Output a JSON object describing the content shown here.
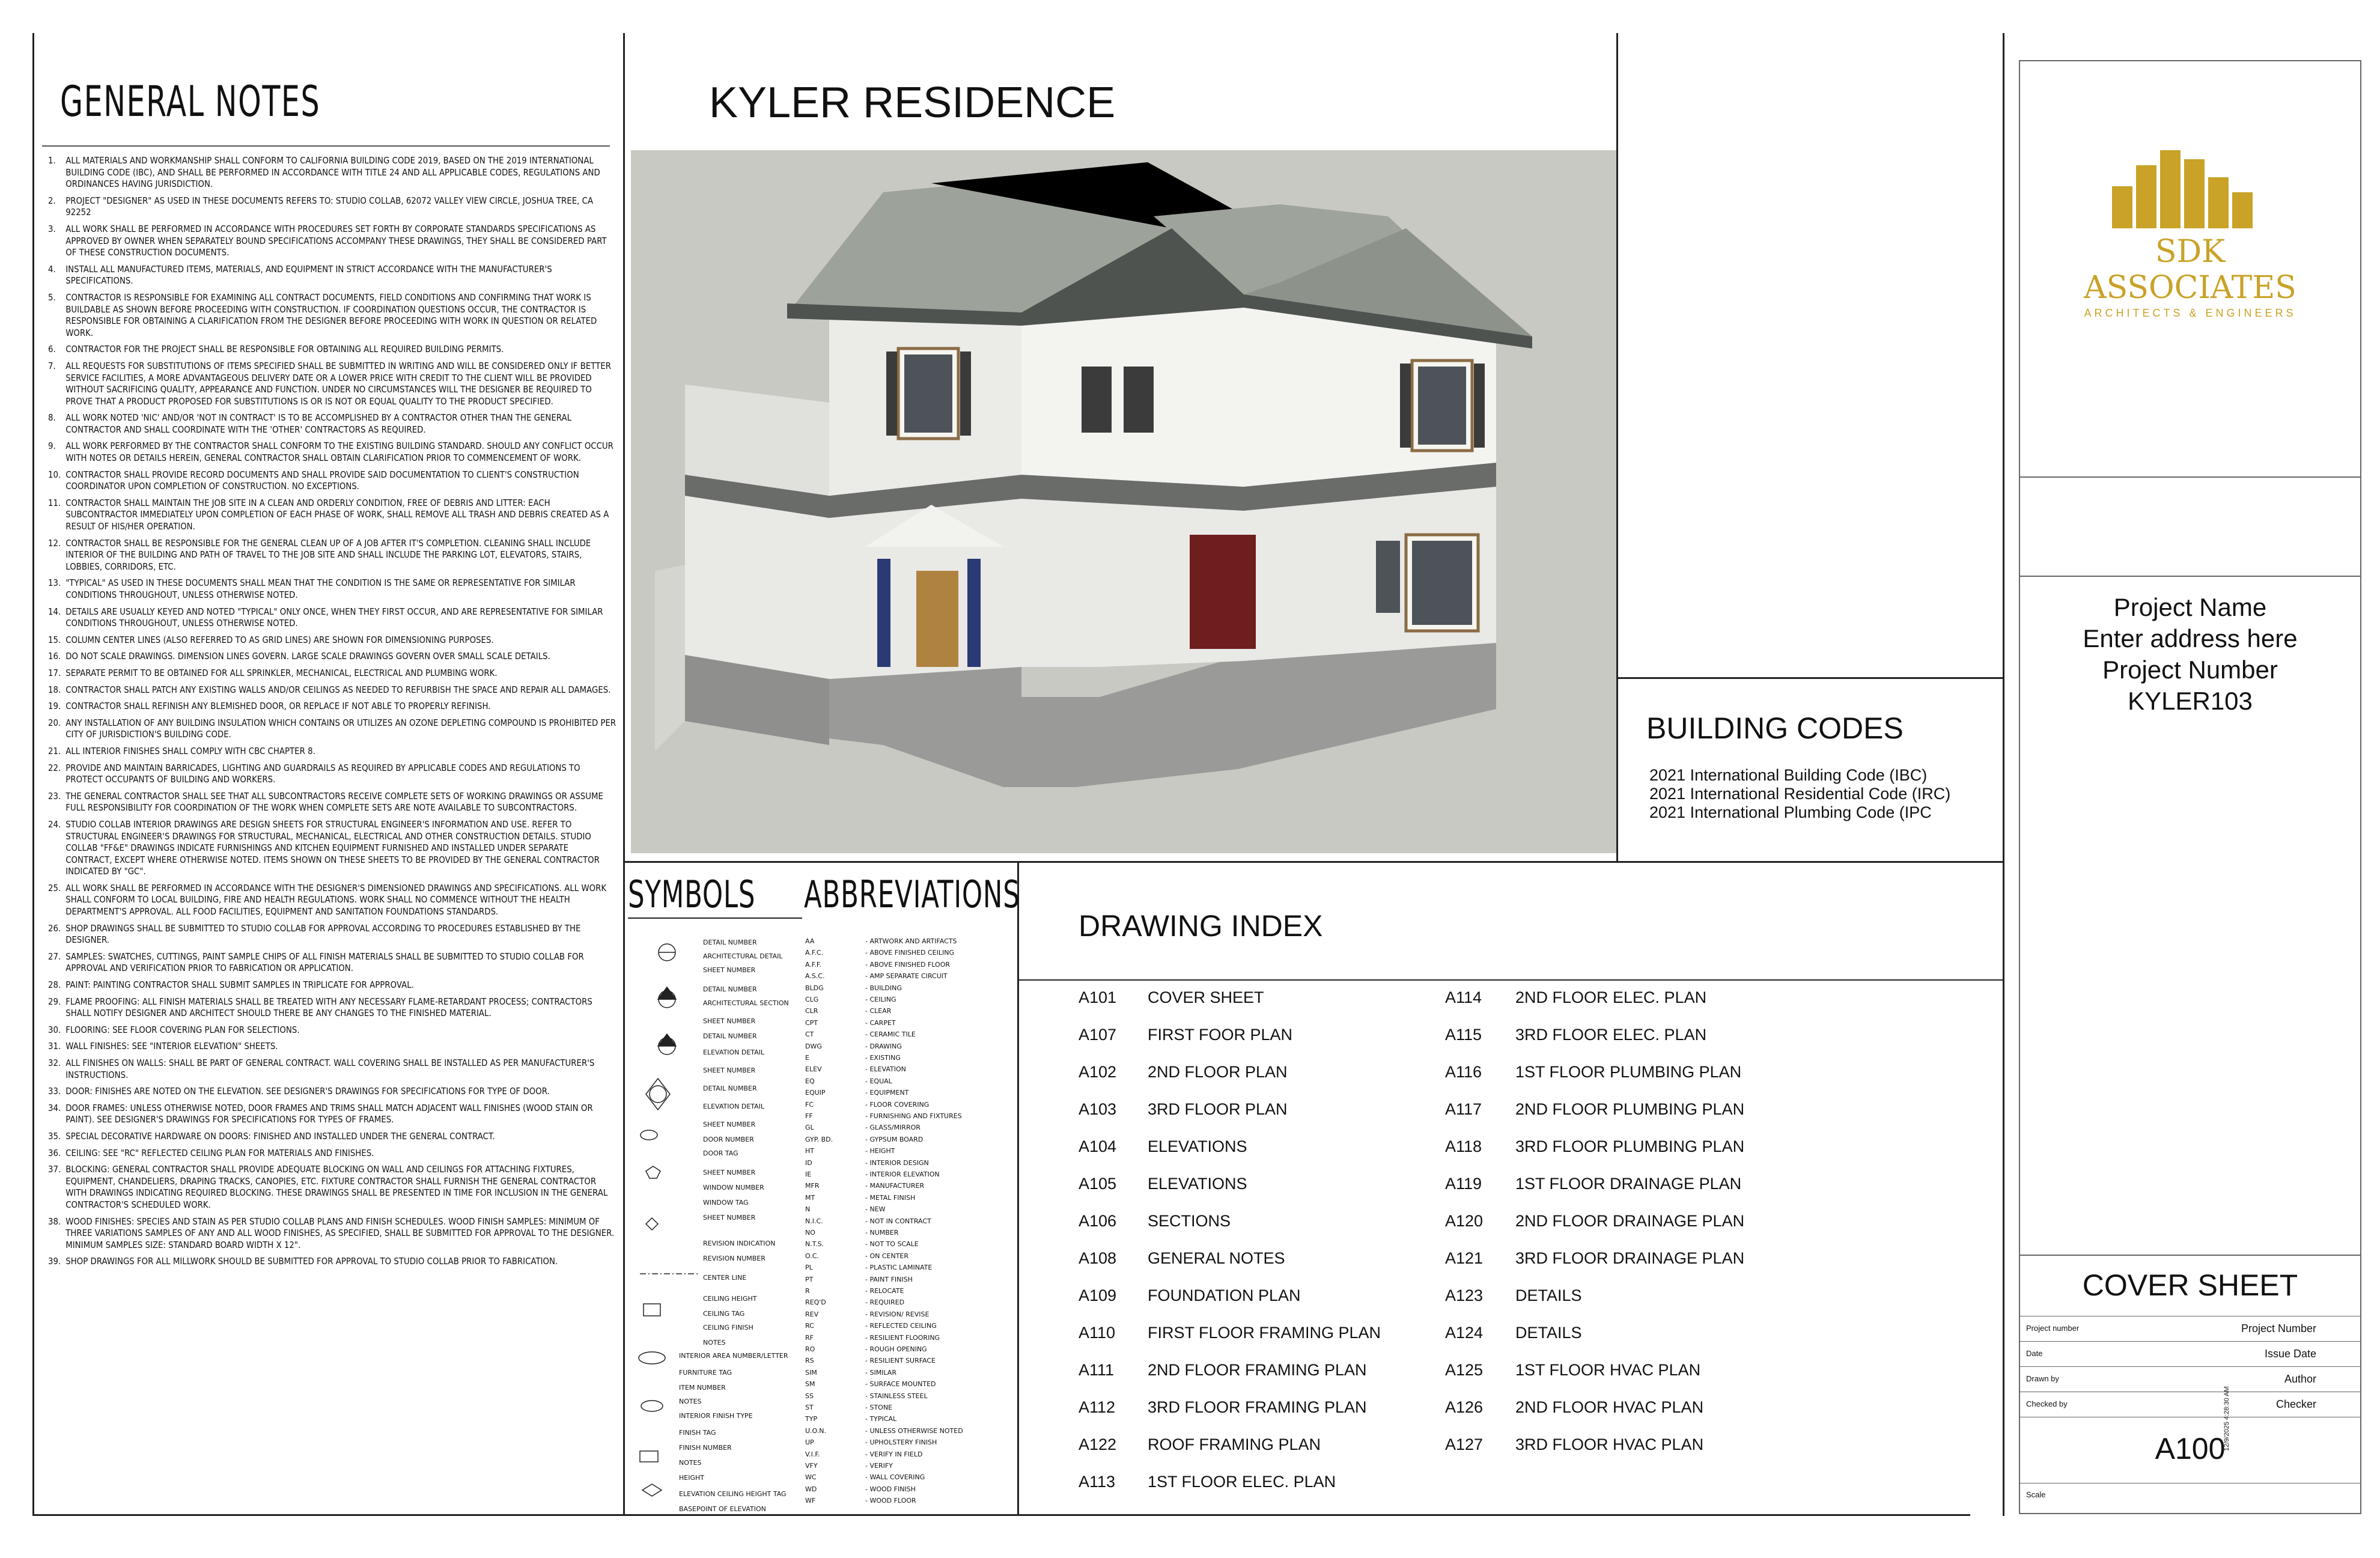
{
  "general_notes": {
    "title": "GENERAL NOTES",
    "items": [
      {
        "n": "1.",
        "text": "ALL MATERIALS AND WORKMANSHIP SHALL CONFORM TO CALIFORNIA BUILDING CODE 2019, BASED ON THE 2019 INTERNATIONAL BUILDING CODE (IBC), AND SHALL BE PERFORMED IN ACCORDANCE WITH TITLE 24 AND ALL APPLICABLE CODES, REGULATIONS AND ORDINANCES HAVING JURISDICTION."
      },
      {
        "n": "2.",
        "text": "PROJECT \"DESIGNER\" AS USED IN THESE DOCUMENTS REFERS TO: STUDIO COLLAB, 62072 VALLEY VIEW CIRCLE, JOSHUA TREE, CA 92252"
      },
      {
        "n": "3.",
        "text": "ALL WORK SHALL BE PERFORMED IN ACCORDANCE WITH PROCEDURES SET FORTH BY CORPORATE STANDARDS SPECIFICATIONS AS APPROVED BY OWNER WHEN SEPARATELY BOUND SPECIFICATIONS ACCOMPANY THESE DRAWINGS, THEY SHALL BE CONSIDERED PART OF THESE CONSTRUCTION DOCUMENTS."
      },
      {
        "n": "4.",
        "text": "INSTALL ALL MANUFACTURED ITEMS, MATERIALS, AND EQUIPMENT IN STRICT ACCORDANCE WITH THE MANUFACTURER'S SPECIFICATIONS."
      },
      {
        "n": "5.",
        "text": "CONTRACTOR IS RESPONSIBLE FOR EXAMINING ALL CONTRACT DOCUMENTS, FIELD CONDITIONS AND CONFIRMING THAT WORK IS BUILDABLE AS SHOWN BEFORE PROCEEDING WITH CONSTRUCTION. IF COORDINATION QUESTIONS OCCUR, THE CONTRACTOR IS RESPONSIBLE FOR OBTAINING A CLARIFICATION FROM THE DESIGNER BEFORE PROCEEDING WITH WORK IN QUESTION OR RELATED WORK."
      },
      {
        "n": "6.",
        "text": "CONTRACTOR FOR THE PROJECT SHALL BE RESPONSIBLE FOR OBTAINING ALL REQUIRED BUILDING PERMITS."
      },
      {
        "n": "7.",
        "text": "ALL REQUESTS FOR SUBSTITUTIONS OF ITEMS SPECIFIED SHALL BE SUBMITTED IN WRITING AND WILL BE CONSIDERED ONLY IF BETTER SERVICE FACILITIES, A MORE ADVANTAGEOUS DELIVERY DATE OR A LOWER PRICE WITH CREDIT TO THE CLIENT WILL BE PROVIDED WITHOUT SACRIFICING QUALITY, APPEARANCE AND FUNCTION. UNDER NO CIRCUMSTANCES WILL THE DESIGNER BE REQUIRED TO PROVE THAT A PRODUCT PROPOSED FOR SUBSTITUTIONS IS OR IS NOT OR EQUAL QUALITY TO THE PRODUCT SPECIFIED."
      },
      {
        "n": "8.",
        "text": "ALL WORK NOTED 'NIC' AND/OR 'NOT IN CONTRACT' IS TO BE ACCOMPLISHED BY A CONTRACTOR OTHER THAN THE GENERAL CONTRACTOR AND SHALL COORDINATE WITH THE 'OTHER' CONTRACTORS AS REQUIRED."
      },
      {
        "n": "9.",
        "text": "ALL WORK PERFORMED BY THE CONTRACTOR SHALL CONFORM TO THE EXISTING BUILDING STANDARD. SHOULD ANY CONFLICT OCCUR WITH NOTES OR DETAILS HEREIN, GENERAL CONTRACTOR SHALL OBTAIN CLARIFICATION PRIOR TO COMMENCEMENT OF WORK."
      },
      {
        "n": "10.",
        "text": "CONTRACTOR SHALL PROVIDE RECORD DOCUMENTS AND SHALL PROVIDE SAID DOCUMENTATION TO CLIENT'S CONSTRUCTION COORDINATOR UPON COMPLETION OF CONSTRUCTION. NO EXCEPTIONS."
      },
      {
        "n": "11.",
        "text": "CONTRACTOR SHALL MAINTAIN THE JOB SITE IN A CLEAN AND ORDERLY CONDITION, FREE OF DEBRIS AND LITTER: EACH SUBCONTRACTOR IMMEDIATELY UPON COMPLETION OF EACH PHASE OF WORK, SHALL REMOVE ALL TRASH AND DEBRIS CREATED AS A RESULT OF HIS/HER OPERATION."
      },
      {
        "n": "12.",
        "text": "CONTRACTOR SHALL BE RESPONSIBLE FOR THE GENERAL CLEAN UP OF A JOB AFTER IT'S COMPLETION. CLEANING SHALL INCLUDE INTERIOR OF THE BUILDING AND PATH OF TRAVEL TO THE JOB SITE AND SHALL INCLUDE THE PARKING LOT, ELEVATORS, STAIRS, LOBBIES, CORRIDORS, ETC."
      },
      {
        "n": "13.",
        "text": "\"TYPICAL\" AS USED IN THESE DOCUMENTS SHALL MEAN THAT THE CONDITION IS THE SAME OR REPRESENTATIVE FOR SIMILAR CONDITIONS THROUGHOUT, UNLESS OTHERWISE NOTED."
      },
      {
        "n": "14.",
        "text": "DETAILS ARE USUALLY KEYED AND NOTED \"TYPICAL\" ONLY ONCE, WHEN THEY FIRST OCCUR, AND ARE REPRESENTATIVE FOR SIMILAR CONDITIONS THROUGHOUT, UNLESS OTHERWISE NOTED."
      },
      {
        "n": "15.",
        "text": "COLUMN CENTER LINES (ALSO REFERRED TO AS GRID LINES) ARE SHOWN FOR DIMENSIONING PURPOSES."
      },
      {
        "n": "16.",
        "text": "DO NOT SCALE DRAWINGS. DIMENSION LINES GOVERN. LARGE SCALE DRAWINGS GOVERN OVER SMALL SCALE DETAILS."
      },
      {
        "n": "17.",
        "text": "SEPARATE PERMIT TO BE OBTAINED FOR ALL SPRINKLER, MECHANICAL, ELECTRICAL AND PLUMBING WORK."
      },
      {
        "n": "18.",
        "text": "CONTRACTOR SHALL PATCH ANY EXISTING WALLS AND/OR CEILINGS AS NEEDED TO REFURBISH THE SPACE AND REPAIR ALL DAMAGES."
      },
      {
        "n": "19.",
        "text": "CONTRACTOR SHALL REFINISH ANY BLEMISHED DOOR, OR REPLACE IF NOT ABLE TO PROPERLY REFINISH."
      },
      {
        "n": "20.",
        "text": "ANY INSTALLATION OF ANY BUILDING INSULATION WHICH CONTAINS OR UTILIZES AN OZONE DEPLETING COMPOUND IS PROHIBITED PER CITY OF JURISDICTION'S BUILDING CODE."
      },
      {
        "n": "21.",
        "text": "ALL INTERIOR FINISHES SHALL COMPLY WITH CBC CHAPTER 8."
      },
      {
        "n": "22.",
        "text": "PROVIDE AND MAINTAIN BARRICADES, LIGHTING AND GUARDRAILS AS REQUIRED BY APPLICABLE CODES AND REGULATIONS TO PROTECT OCCUPANTS OF BUILDING AND WORKERS."
      },
      {
        "n": "23.",
        "text": "THE GENERAL CONTRACTOR SHALL SEE THAT ALL SUBCONTRACTORS RECEIVE COMPLETE SETS OF WORKING DRAWINGS OR ASSUME FULL RESPONSIBILITY FOR COORDINATION OF THE WORK WHEN COMPLETE SETS ARE NOTE AVAILABLE TO SUBCONTRACTORS."
      },
      {
        "n": "24.",
        "text": "STUDIO COLLAB INTERIOR DRAWINGS ARE DESIGN SHEETS FOR STRUCTURAL ENGINEER'S INFORMATION AND USE. REFER TO STRUCTURAL ENGINEER'S DRAWINGS FOR STRUCTURAL, MECHANICAL, ELECTRICAL AND OTHER CONSTRUCTION DETAILS. STUDIO COLLAB \"FF&E\" DRAWINGS INDICATE FURNISHINGS AND KITCHEN EQUIPMENT FURNISHED AND INSTALLED UNDER SEPARATE CONTRACT, EXCEPT WHERE OTHERWISE NOTED. ITEMS SHOWN ON THESE SHEETS TO BE PROVIDED BY THE GENERAL CONTRACTOR INDICATED BY \"GC\"."
      },
      {
        "n": "25.",
        "text": "ALL WORK SHALL BE PERFORMED IN ACCORDANCE WITH THE DESIGNER'S DIMENSIONED DRAWINGS AND SPECIFICATIONS. ALL WORK SHALL CONFORM TO LOCAL BUILDING, FIRE AND HEALTH REGULATIONS. WORK SHALL NO COMMENCE WITHOUT THE HEALTH DEPARTMENT'S APPROVAL. ALL FOOD FACILITIES, EQUIPMENT AND SANITATION FOUNDATIONS STANDARDS."
      },
      {
        "n": "26.",
        "text": "SHOP DRAWINGS SHALL BE SUBMITTED TO STUDIO COLLAB FOR APPROVAL ACCORDING TO PROCEDURES ESTABLISHED BY THE DESIGNER."
      },
      {
        "n": "27.",
        "text": "SAMPLES: SWATCHES, CUTTINGS, PAINT SAMPLE CHIPS OF ALL FINISH MATERIALS SHALL BE SUBMITTED TO STUDIO COLLAB FOR APPROVAL AND VERIFICATION PRIOR TO FABRICATION OR APPLICATION."
      },
      {
        "n": "28.",
        "text": "PAINT: PAINTING CONTRACTOR SHALL SUBMIT SAMPLES IN TRIPLICATE FOR APPROVAL."
      },
      {
        "n": "29.",
        "text": "FLAME PROOFING: ALL FINISH MATERIALS SHALL BE TREATED WITH ANY NECESSARY FLAME-RETARDANT PROCESS; CONTRACTORS SHALL NOTIFY DESIGNER AND ARCHITECT SHOULD THERE BE ANY CHANGES TO THE FINISHED MATERIAL."
      },
      {
        "n": "30.",
        "text": "FLOORING: SEE FLOOR COVERING PLAN FOR SELECTIONS."
      },
      {
        "n": "31.",
        "text": "WALL FINISHES: SEE \"INTERIOR ELEVATION\" SHEETS."
      },
      {
        "n": "32.",
        "text": "ALL FINISHES ON WALLS: SHALL BE PART OF GENERAL CONTRACT. WALL COVERING SHALL BE INSTALLED AS PER MANUFACTURER'S INSTRUCTIONS."
      },
      {
        "n": "33.",
        "text": "DOOR: FINISHES ARE NOTED ON THE ELEVATION. SEE DESIGNER'S DRAWINGS FOR SPECIFICATIONS FOR TYPE OF DOOR."
      },
      {
        "n": "34.",
        "text": "DOOR FRAMES: UNLESS OTHERWISE NOTED, DOOR FRAMES AND TRIMS SHALL MATCH ADJACENT WALL FINISHES (WOOD STAIN OR PAINT). SEE DESIGNER'S DRAWINGS FOR SPECIFICATIONS FOR TYPES OF FRAMES."
      },
      {
        "n": "35.",
        "text": "SPECIAL DECORATIVE HARDWARE ON DOORS: FINISHED AND INSTALLED UNDER THE GENERAL CONTRACT."
      },
      {
        "n": "36.",
        "text": "CEILING: SEE \"RC\" REFLECTED CEILING PLAN FOR MATERIALS AND FINISHES."
      },
      {
        "n": "37.",
        "text": "BLOCKING: GENERAL CONTRACTOR SHALL PROVIDE ADEQUATE BLOCKING ON WALL AND CEILINGS FOR ATTACHING FIXTURES, EQUIPMENT, CHANDELIERS, DRAPING TRACKS, CANOPIES, ETC. FIXTURE CONTRACTOR SHALL FURNISH THE GENERAL CONTRACTOR WITH DRAWINGS INDICATING REQUIRED BLOCKING. THESE DRAWINGS SHALL BE PRESENTED IN TIME FOR INCLUSION IN THE GENERAL CONTRACTOR'S SCHEDULED WORK."
      },
      {
        "n": "38.",
        "text": "WOOD FINISHES: SPECIES AND STAIN AS PER STUDIO COLLAB PLANS AND FINISH SCHEDULES. WOOD FINISH SAMPLES: MINIMUM OF THREE VARIATIONS SAMPLES OF ANY AND ALL WOOD FINISHES, AS SPECIFIED, SHALL BE SUBMITTED FOR APPROVAL TO THE DESIGNER. MINIMUM SAMPLES SIZE: STANDARD BOARD WIDTH X 12\"."
      },
      {
        "n": "39.",
        "text": "SHOP DRAWINGS FOR ALL MILLWORK SHOULD BE SUBMITTED FOR APPROVAL TO STUDIO COLLAB PRIOR TO FABRICATION."
      }
    ]
  },
  "project_title": "KYLER RESIDENCE",
  "building_codes": {
    "title": "BUILDING CODES",
    "lines": [
      "2021 International Building Code (IBC)",
      "2021 International Residential Code (IRC)",
      "2021 International Plumbing Code (IPC"
    ]
  },
  "symbols": {
    "title": "SYMBOLS",
    "labels": [
      "DETAIL NUMBER",
      "ARCHITECTURAL DETAIL",
      "SHEET NUMBER",
      "DETAIL NUMBER",
      "ARCHITECTURAL SECTION",
      "SHEET NUMBER",
      "DETAIL NUMBER",
      "ELEVATION DETAIL",
      "SHEET NUMBER",
      "DETAIL NUMBER",
      "ELEVATION DETAIL",
      "SHEET NUMBER",
      "DOOR NUMBER",
      "DOOR TAG",
      "SHEET NUMBER",
      "WINDOW NUMBER",
      "WINDOW TAG",
      "SHEET NUMBER",
      "REVISION INDICATION",
      "REVISION NUMBER",
      "CENTER LINE",
      "CEILING HEIGHT",
      "CEILING TAG",
      "CEILING FINISH",
      "NOTES",
      "INTERIOR AREA NUMBER/LETTER",
      "FURNITURE TAG",
      "ITEM NUMBER",
      "NOTES",
      "INTERIOR FINISH TYPE",
      "FINISH TAG",
      "FINISH NUMBER",
      "NOTES",
      "HEIGHT",
      "ELEVATION CEILING HEIGHT TAG",
      "BASEPOINT OF ELEVATION"
    ]
  },
  "abbreviations": {
    "title": "ABBREVIATIONS",
    "rows": [
      [
        "AA",
        "- ARTWORK AND ARTIFACTS"
      ],
      [
        "A.F.C.",
        "- ABOVE FINISHED CEILING"
      ],
      [
        "A.F.F.",
        "- ABOVE FINISHED FLOOR"
      ],
      [
        "A.S.C.",
        "- AMP SEPARATE CIRCUIT"
      ],
      [
        "BLDG",
        "- BUILDING"
      ],
      [
        "CLG",
        "- CEILING"
      ],
      [
        "CLR",
        "- CLEAR"
      ],
      [
        "CPT",
        "- CARPET"
      ],
      [
        "CT",
        "- CERAMIC TILE"
      ],
      [
        "DWG",
        "- DRAWING"
      ],
      [
        "E",
        "- EXISTING"
      ],
      [
        "ELEV",
        "- ELEVATION"
      ],
      [
        "EQ",
        "- EQUAL"
      ],
      [
        "EQUIP",
        "- EQUIPMENT"
      ],
      [
        "FC",
        "- FLOOR COVERING"
      ],
      [
        "FF",
        "- FURNISHING AND FIXTURES"
      ],
      [
        "GL",
        "- GLASS/MIRROR"
      ],
      [
        "GYP. BD.",
        "- GYPSUM BOARD"
      ],
      [
        "HT",
        "- HEIGHT"
      ],
      [
        "ID",
        "- INTERIOR DESIGN"
      ],
      [
        "IE",
        "- INTERIOR ELEVATION"
      ],
      [
        "MFR",
        "- MANUFACTURER"
      ],
      [
        "MT",
        "- METAL FINISH"
      ],
      [
        "N",
        "- NEW"
      ],
      [
        "N.I.C.",
        "- NOT IN CONTRACT"
      ],
      [
        "NO",
        "- NUMBER"
      ],
      [
        "N.T.S.",
        "- NOT TO SCALE"
      ],
      [
        "O.C.",
        "- ON CENTER"
      ],
      [
        "PL",
        "- PLASTIC LAMINATE"
      ],
      [
        "PT",
        "- PAINT FINISH"
      ],
      [
        "R",
        "- RELOCATE"
      ],
      [
        "REQ'D",
        "- REQUIRED"
      ],
      [
        "REV",
        "- REVISION/ REVISE"
      ],
      [
        "RC",
        "- REFLECTED CEILING"
      ],
      [
        "RF",
        "- RESILIENT FLOORING"
      ],
      [
        "RO",
        "- ROUGH OPENING"
      ],
      [
        "RS",
        "- RESILIENT SURFACE"
      ],
      [
        "SIM",
        "- SIMILAR"
      ],
      [
        "SM",
        "- SURFACE MOUNTED"
      ],
      [
        "SS",
        "- STAINLESS STEEL"
      ],
      [
        "ST",
        "- STONE"
      ],
      [
        "TYP",
        "- TYPICAL"
      ],
      [
        "U.O.N.",
        "- UNLESS OTHERWISE NOTED"
      ],
      [
        "UP",
        "- UPHOLSTERY FINISH"
      ],
      [
        "V.I.F.",
        "- VERIFY IN FIELD"
      ],
      [
        "VFY",
        "- VERIFY"
      ],
      [
        "WC",
        "- WALL COVERING"
      ],
      [
        "WD",
        "- WOOD FINISH"
      ],
      [
        "WF",
        "- WOOD FLOOR"
      ]
    ]
  },
  "drawing_index": {
    "title": "DRAWING INDEX",
    "left": [
      [
        "A101",
        "COVER SHEET"
      ],
      [
        "A107",
        "FIRST FOOR PLAN"
      ],
      [
        "A102",
        "2ND FLOOR PLAN"
      ],
      [
        "A103",
        " 3RD FLOOR PLAN"
      ],
      [
        "A104",
        "ELEVATIONS"
      ],
      [
        "A105",
        "ELEVATIONS"
      ],
      [
        "A106",
        "SECTIONS"
      ],
      [
        "A108",
        "GENERAL NOTES"
      ],
      [
        "A109",
        "FOUNDATION PLAN"
      ],
      [
        "A110",
        "FIRST FLOOR FRAMING PLAN"
      ],
      [
        "A111",
        "2ND FLOOR FRAMING PLAN"
      ],
      [
        "A112",
        "3RD FLOOR FRAMING PLAN"
      ],
      [
        "A122",
        "ROOF FRAMING PLAN"
      ],
      [
        "A113",
        "1ST FLOOR ELEC. PLAN"
      ]
    ],
    "right": [
      [
        "A114",
        "2ND FLOOR ELEC. PLAN"
      ],
      [
        "A115",
        "3RD FLOOR ELEC. PLAN"
      ],
      [
        "A116",
        "1ST FLOOR PLUMBING PLAN"
      ],
      [
        "A117",
        "2ND FLOOR PLUMBING PLAN"
      ],
      [
        "A118",
        "3RD FLOOR PLUMBING PLAN"
      ],
      [
        "A119",
        "1ST FLOOR DRAINAGE PLAN"
      ],
      [
        "A120",
        "2ND  FLOOR DRAINAGE PLAN"
      ],
      [
        "A121",
        "3RD FLOOR DRAINAGE PLAN"
      ],
      [
        "A123",
        "DETAILS"
      ],
      [
        "A124",
        "DETAILS"
      ],
      [
        "A125",
        "1ST FLOOR HVAC PLAN"
      ],
      [
        "A126",
        "2ND FLOOR HVAC PLAN"
      ],
      [
        "A127",
        "3RD FLOOR HVAC PLAN"
      ]
    ]
  },
  "logo": {
    "name": "SDK ASSOCIATES",
    "tagline": "ARCHITECTS & ENGINEERS",
    "color": "#c9a227"
  },
  "project": {
    "name": "Project Name",
    "address": "Enter address here",
    "number": "Project Number",
    "id": "KYLER103"
  },
  "cover": {
    "title": "COVER SHEET",
    "fields": [
      {
        "label": "Project number",
        "value": "Project Number"
      },
      {
        "label": "Date",
        "value": "Issue Date"
      },
      {
        "label": "Drawn by",
        "value": "Author"
      },
      {
        "label": "Checked by",
        "value": "Checker"
      }
    ],
    "sheet": "A100",
    "scale_label": "Scale",
    "timestamp": "12/9/2025 4:28:30 AM"
  }
}
